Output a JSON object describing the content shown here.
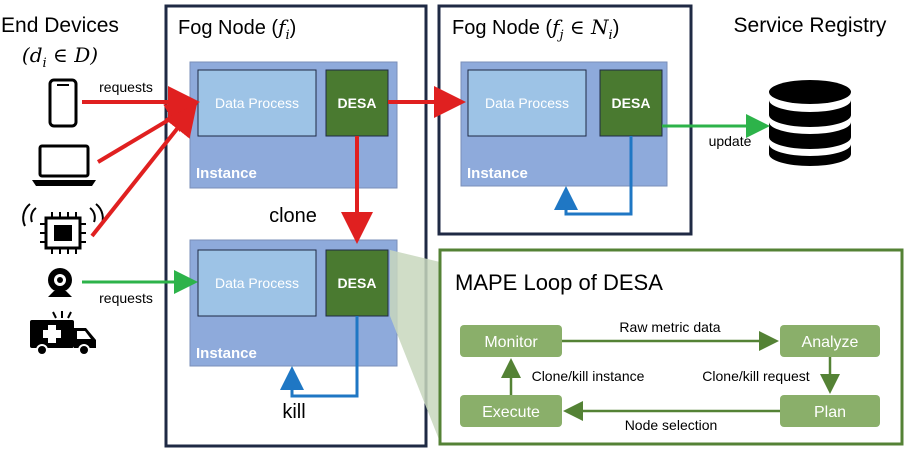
{
  "end_devices": {
    "title": "End Devices",
    "subtitle_var": "d",
    "subtitle_sub": "i",
    "subtitle_rest": " ∈ D",
    "requests_top": "requests",
    "requests_bottom": "requests"
  },
  "fog_node_i": {
    "title": "Fog Node",
    "var": "f",
    "sub": "i",
    "instance_top": {
      "data_process": "Data Process",
      "desa": "DESA",
      "instance": "Instance"
    },
    "clone": "clone",
    "instance_bottom": {
      "data_process": "Data Process",
      "desa": "DESA",
      "instance": "Instance"
    },
    "kill": "kill"
  },
  "fog_node_j": {
    "title": "Fog Node",
    "var": "f",
    "sub": "j",
    "rest": " ∈ N",
    "rest_sub": "i",
    "instance": {
      "data_process": "Data Process",
      "desa": "DESA",
      "instance": "Instance"
    }
  },
  "service_registry": {
    "title": "Service Registry",
    "update": "update"
  },
  "mape": {
    "title": "MAPE Loop of DESA",
    "monitor": "Monitor",
    "analyze": "Analyze",
    "plan": "Plan",
    "execute": "Execute",
    "raw_metric": "Raw metric data",
    "clone_kill_request": "Clone/kill request",
    "node_selection": "Node selection",
    "clone_kill_instance": "Clone/kill instance"
  },
  "colors": {
    "instance_fill": "#8eaadb",
    "data_process_fill": "#9dc3e6",
    "desa_fill": "#4a7a30",
    "node_border": "#1f2a44",
    "mape_border": "#548235",
    "mape_box": "#8aaf6a",
    "red_arrow": "#e02020",
    "green_arrow": "#2db34a",
    "blue_arrow": "#1f77c4"
  }
}
